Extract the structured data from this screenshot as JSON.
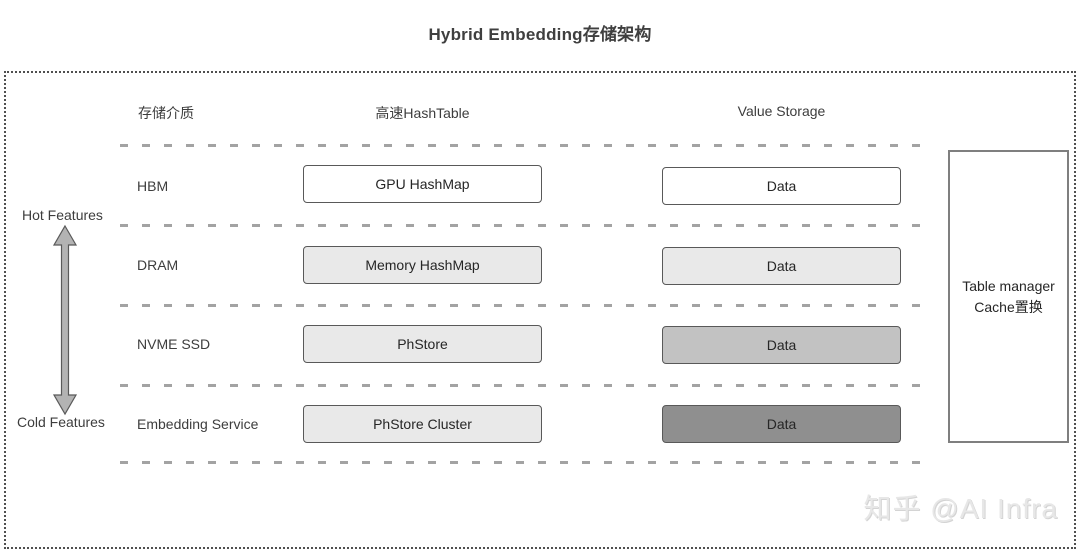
{
  "title": "Hybrid Embedding存储架构",
  "header": {
    "storage_medium": "存储介质",
    "hashtable": "高速HashTable",
    "value_storage": "Value Storage"
  },
  "rows": [
    {
      "medium": "HBM",
      "hashtable": "GPU HashMap",
      "data": "Data",
      "hashtable_fill": "#ffffff",
      "data_fill": "#ffffff"
    },
    {
      "medium": "DRAM",
      "hashtable": "Memory HashMap",
      "data": "Data",
      "hashtable_fill": "#e9e9e9",
      "data_fill": "#e9e9e9"
    },
    {
      "medium": "NVME SSD",
      "hashtable": "PhStore",
      "data": "Data",
      "hashtable_fill": "#e9e9e9",
      "data_fill": "#c2c2c2"
    },
    {
      "medium": "Embedding Service",
      "hashtable": "PhStore Cluster",
      "data": "Data",
      "hashtable_fill": "#e9e9e9",
      "data_fill": "#8f8f8f"
    }
  ],
  "temperature_axis": {
    "hot_label": "Hot Features",
    "cold_label": "Cold Features"
  },
  "side_box": {
    "line1": "Table manager",
    "line2": "Cache置换"
  },
  "watermark": "知乎 @AI Infra",
  "colors": {
    "box_border": "#595959",
    "dash_line": "#a3a3a3",
    "frame_dots": "#4f4f4f",
    "text": "#3d3d3d",
    "arrow_fill": "#b3b3b3",
    "arrow_stroke": "#595959",
    "data_fill_row3": "#c2c2c2",
    "data_fill_row4": "#8f8f8f"
  }
}
